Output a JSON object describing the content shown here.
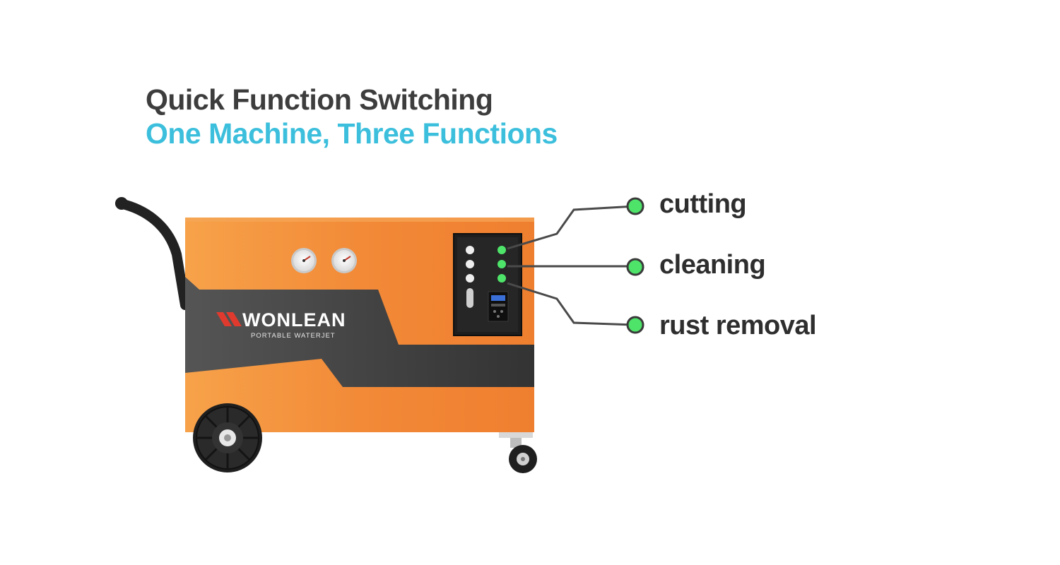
{
  "headline": {
    "title": "Quick Function Switching",
    "subtitle": "One Machine, Three Functions"
  },
  "colors": {
    "title": "#3d3d3d",
    "accent": "#3cbfdc",
    "machine_orange": "#f08a3a",
    "machine_dark": "#3a3a3a",
    "indicator_green": "#4ee46a"
  },
  "product": {
    "brand": "WONLEAN",
    "tagline": "PORTABLE WATERJET"
  },
  "functions": [
    {
      "label": "cutting",
      "icon": "green-dot-icon"
    },
    {
      "label": "cleaning",
      "icon": "green-dot-icon"
    },
    {
      "label": "rust removal",
      "icon": "green-dot-icon"
    }
  ]
}
